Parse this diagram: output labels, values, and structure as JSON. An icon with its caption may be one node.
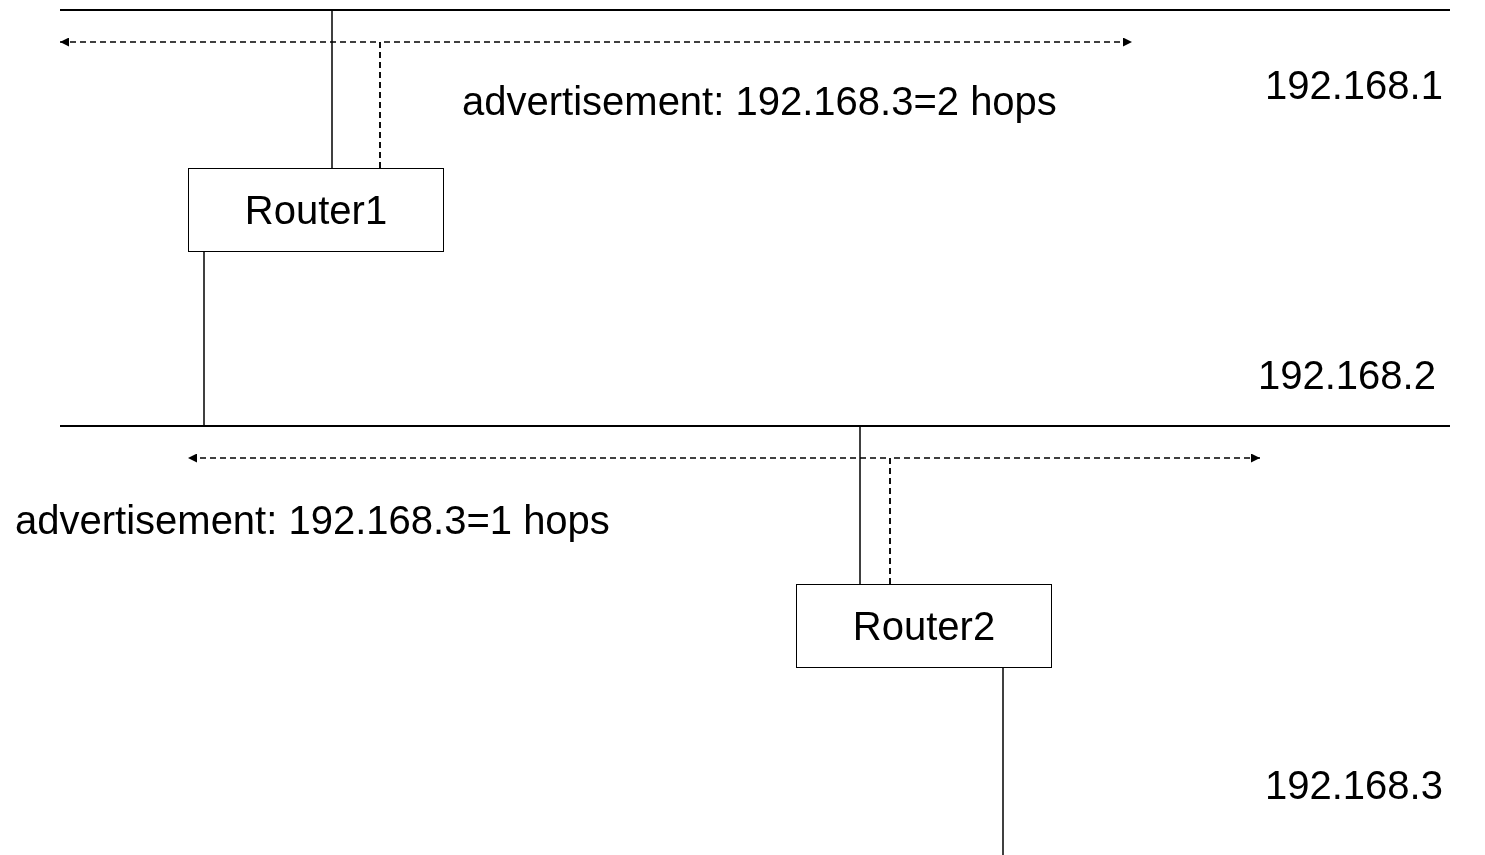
{
  "diagram": {
    "nodes": [
      {
        "text": [
          "192.168.1"
        ]
      },
      {
        "text": [
          "Router1"
        ]
      },
      {
        "text": [
          "192.168.2"
        ]
      },
      {
        "text": [
          "Router2"
        ]
      },
      {
        "text": [
          "192.168.3"
        ]
      }
    ],
    "edges": [
      {
        "from": 1,
        "to": 0,
        "arrow": "none"
      },
      {
        "from": 1,
        "to": 2,
        "arrow": "none"
      },
      {
        "from": 3,
        "to": 2,
        "arrow": "none"
      },
      {
        "from": 3,
        "to": null,
        "arrow": "none"
      },
      {
        "from": 1,
        "to": 0,
        "arrow": "to",
        "style": "dashed"
      },
      {
        "from": 1,
        "to": 0,
        "arrow": "to",
        "style": "dashed"
      },
      {
        "from": 3,
        "to": 2,
        "arrow": "to",
        "style": "dashed"
      },
      {
        "from": 3,
        "to": 2,
        "arrow": "to",
        "style": "dashed"
      }
    ],
    "labels": [
      "advertisement: 192.168.3=2 hops",
      "advertisement: 192.168.3=1 hops"
    ]
  }
}
